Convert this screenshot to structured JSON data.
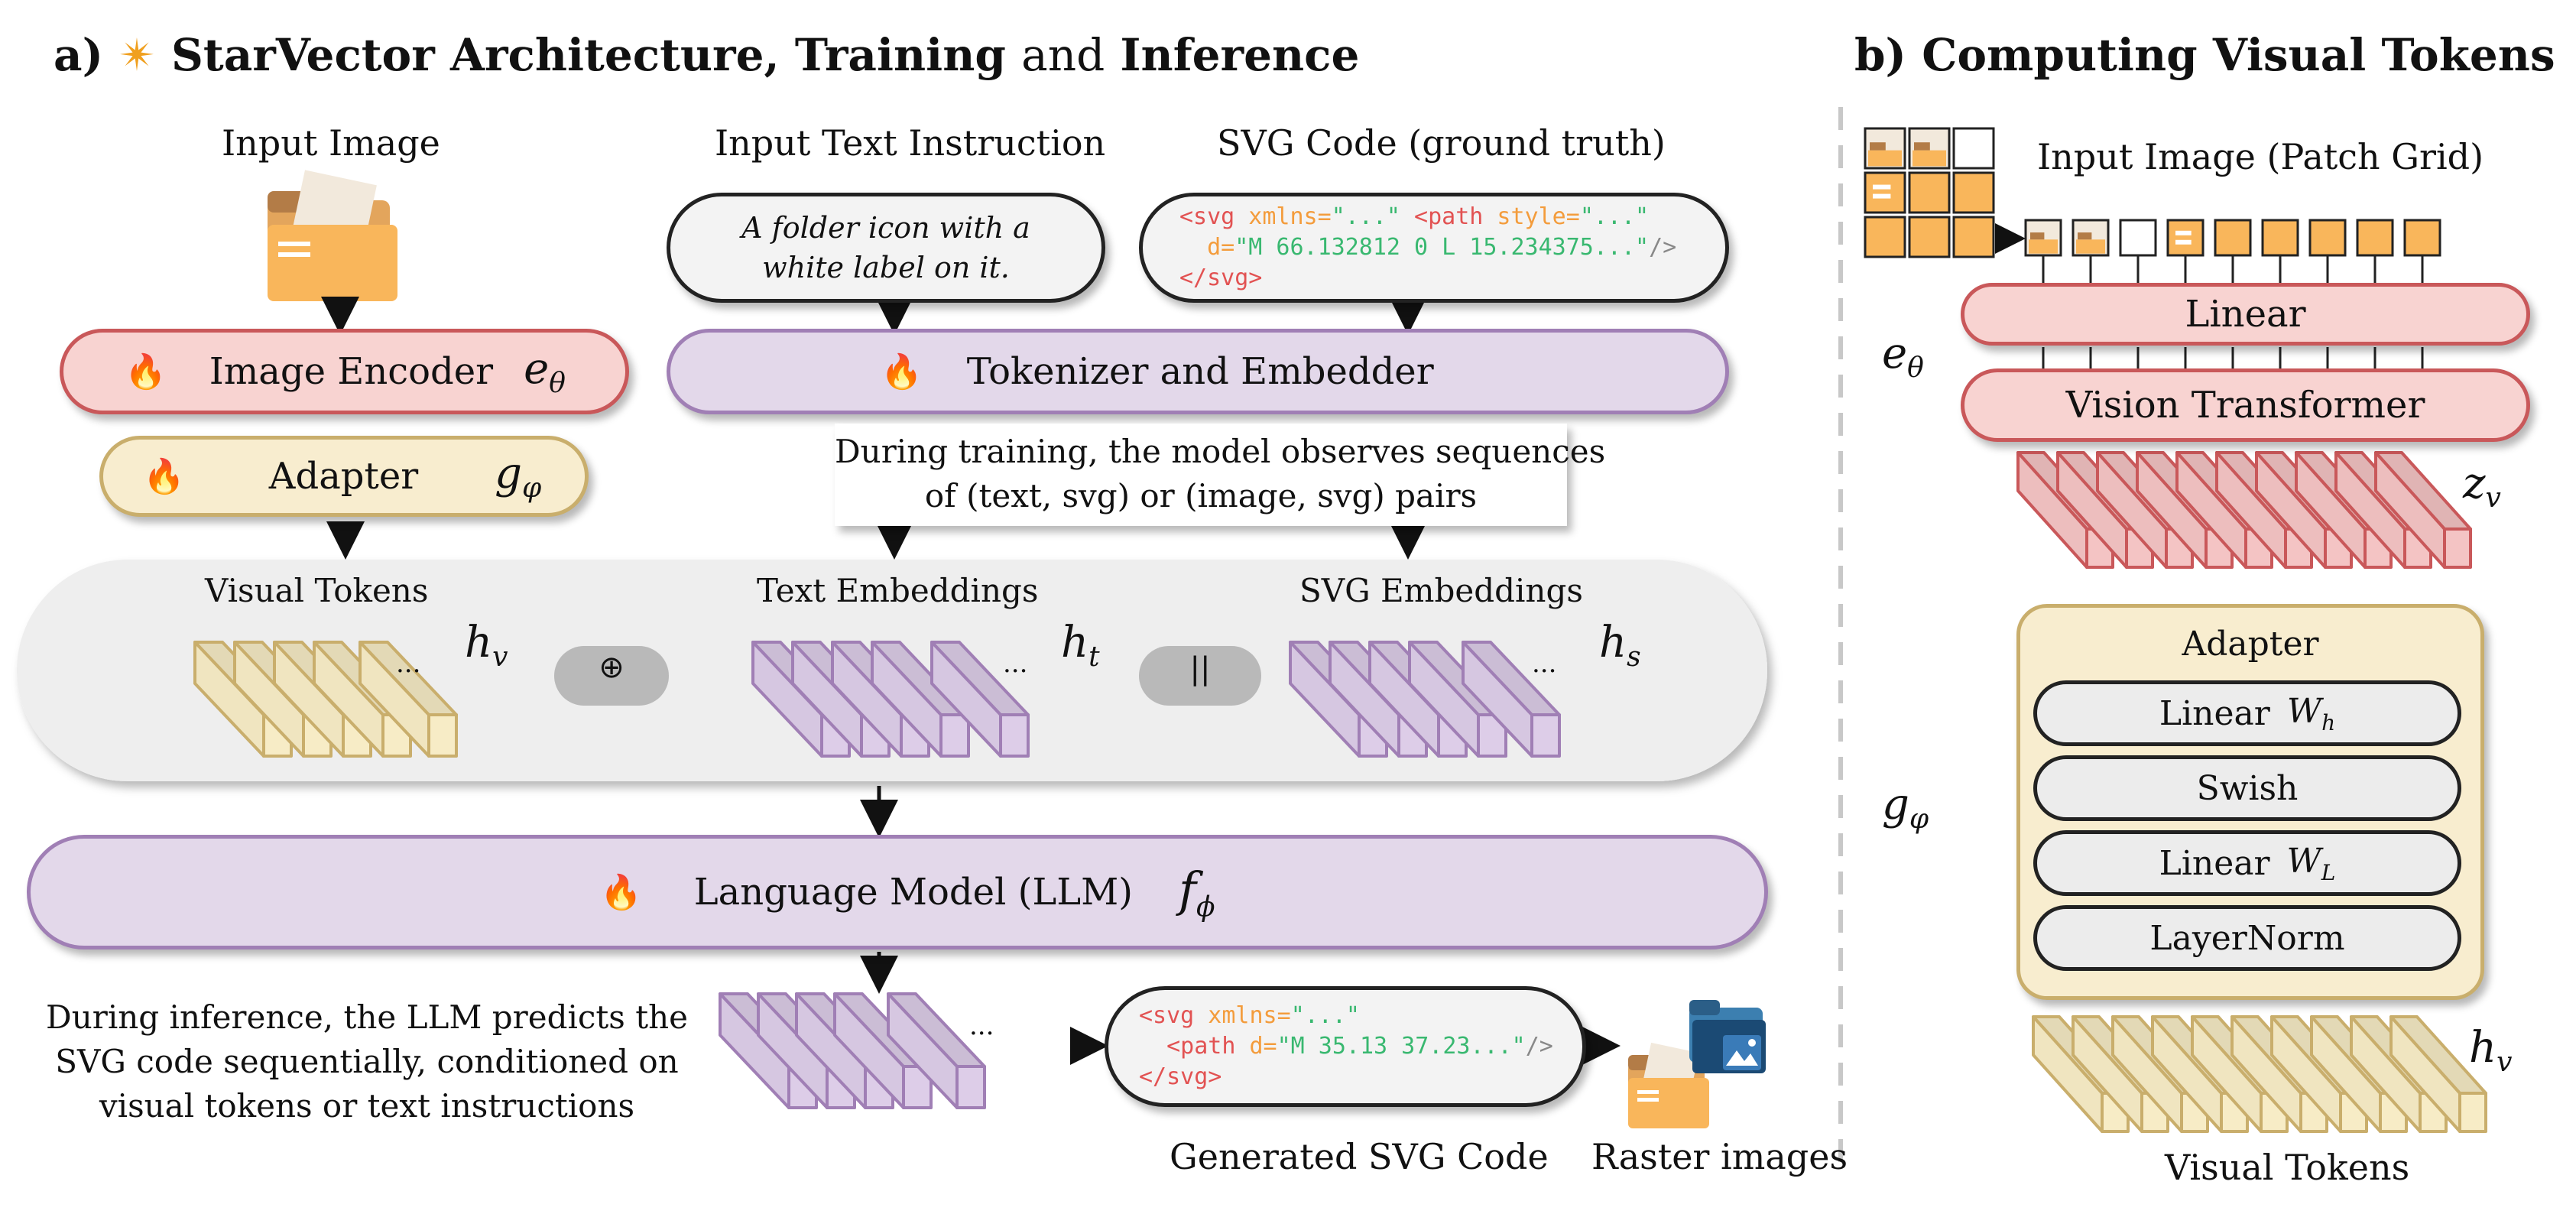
{
  "panel_a": {
    "title_prefix": "a)",
    "title_part1": "StarVector Architecture,",
    "title_part2": "Training",
    "title_and": "and",
    "title_part3": "Inference",
    "input_image_label": "Input Image",
    "input_text_label": "Input Text Instruction",
    "svg_code_label": "SVG Code (ground truth)",
    "text_instruction": "A folder icon with a white label on it.",
    "svg_gt_line1_a": "<svg",
    "svg_gt_line1_b": " xmlns=",
    "svg_gt_line1_c": "\"...\"",
    "svg_gt_line1_d": " <path",
    "svg_gt_line1_e": " style=",
    "svg_gt_line1_f": "\"...\"",
    "svg_gt_line2_a": "  d=",
    "svg_gt_line2_b": "\"M 66.132812 0 L 15.234375...\"",
    "svg_gt_line2_c": "/>",
    "svg_gt_line3": "</svg>",
    "image_encoder": "Image Encoder",
    "image_encoder_sym": "e",
    "image_encoder_sub": "θ",
    "adapter": "Adapter",
    "adapter_sym": "g",
    "adapter_sub": "φ",
    "tokenizer": "Tokenizer and  Embedder",
    "training_note_line1": "During training, the model observes sequences",
    "training_note_line2": "of (text, svg) or (image, svg) pairs",
    "visual_tokens": "Visual Tokens",
    "text_embeddings": "Text Embeddings",
    "svg_embeddings": "SVG Embeddings",
    "hv_sym": "h",
    "hv_sub": "v",
    "ht_sym": "h",
    "ht_sub": "t",
    "hs_sym": "h",
    "hs_sub": "s",
    "oplus": "⊕",
    "concat": "||",
    "ellipsis": "...",
    "llm": "Language Model (LLM)",
    "llm_sym": "f",
    "llm_sub": "ϕ",
    "inference_note_line1": "During inference, the LLM predicts the",
    "inference_note_line2": "SVG code sequentially, conditioned on",
    "inference_note_line3": "visual tokens or text instructions",
    "gen_line1_a": "<svg",
    "gen_line1_b": " xmlns=",
    "gen_line1_c": "\"...\"",
    "gen_line2_a": "  <path",
    "gen_line2_b": " d=",
    "gen_line2_c": "\"M 35.13 37.23...\"",
    "gen_line2_d": "/>",
    "gen_line3": "</svg>",
    "generated_label": "Generated SVG Code",
    "raster_label": "Raster images"
  },
  "panel_b": {
    "title": "b) Computing Visual Tokens",
    "patch_grid_label": "Input Image (Patch Grid)",
    "linear": "Linear",
    "vit": "Vision Transformer",
    "e_sym": "e",
    "e_sub": "θ",
    "zv_sym": "z",
    "zv_sub": "v",
    "adapter_title": "Adapter",
    "adapter_linear_h": "Linear",
    "w_h_sym": "W",
    "w_h_sub": "h",
    "adapter_swish": "Swish",
    "adapter_linear_l": "Linear",
    "w_l_sym": "W",
    "w_l_sub": "L",
    "adapter_layernorm": "LayerNorm",
    "g_sym": "g",
    "g_sub": "φ",
    "hv_sym": "h",
    "hv_sub": "v",
    "visual_tokens_label": "Visual Tokens"
  },
  "colors": {
    "encoder_fill": "#f8d3d1",
    "encoder_stroke": "#c9585a",
    "purple_fill": "#e3d8ea",
    "purple_stroke": "#a07fb5",
    "yellow_fill": "#f8edcf",
    "yellow_stroke": "#c9ae6c",
    "token_yellow": "#f7ecc6",
    "token_purple": "#ddcde8",
    "token_red": "#f4c4c4",
    "patch_orange": "#f9b65b",
    "band_gray": "#eeeeee"
  }
}
